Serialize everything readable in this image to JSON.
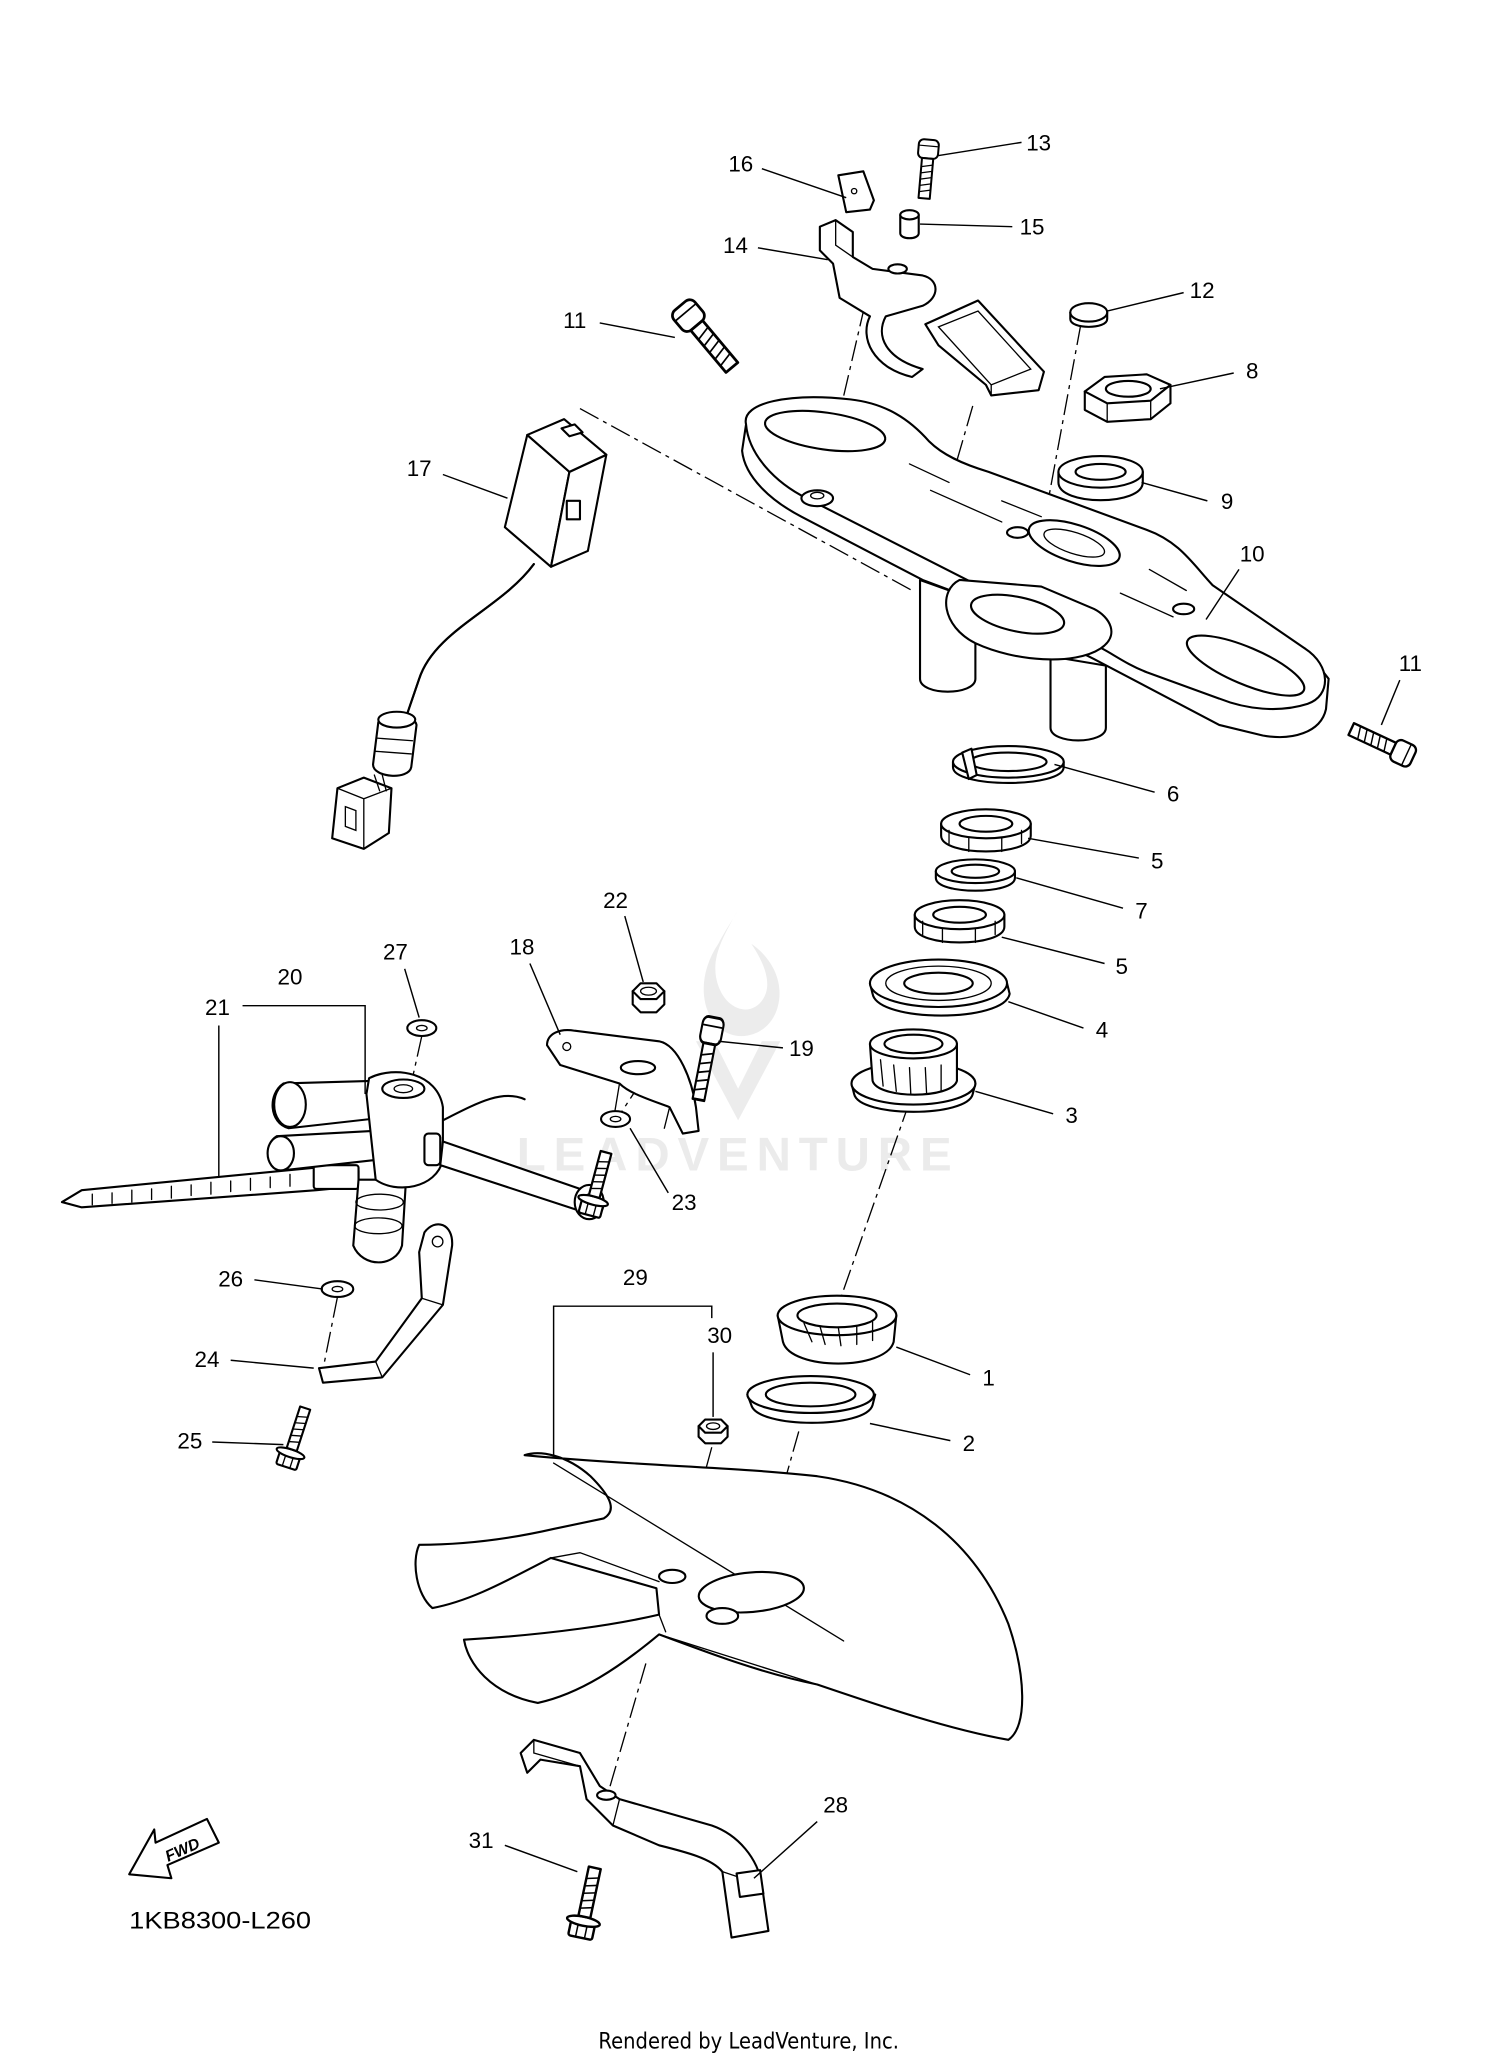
{
  "diagram_code": "1KB8300-L260",
  "credit": "Rendered by LeadVenture, Inc.",
  "fwd_label": "FWD",
  "watermark": "LEADVENTURE",
  "callouts": [
    "13",
    "16",
    "15",
    "14",
    "12",
    "11",
    "8",
    "17",
    "9",
    "10",
    "11",
    "6",
    "5",
    "7",
    "5",
    "22",
    "27",
    "18",
    "20",
    "21",
    "19",
    "4",
    "3",
    "23",
    "29",
    "26",
    "30",
    "24",
    "1",
    "25",
    "2",
    "28",
    "31"
  ],
  "colors": {
    "line": "#000000",
    "background": "#ffffff",
    "watermark": "#ebebeb"
  }
}
